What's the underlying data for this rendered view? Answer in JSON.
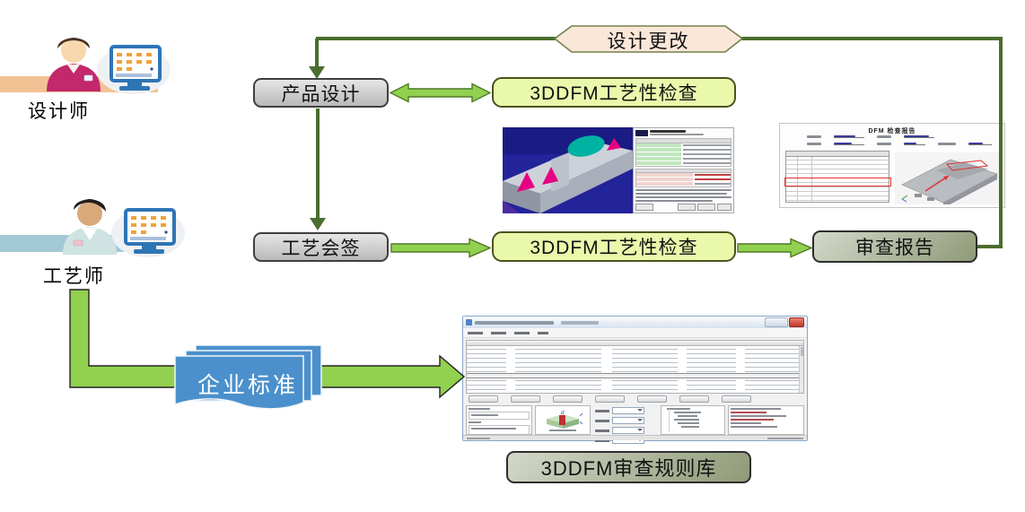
{
  "diagram": {
    "feedback_label": "设计更改",
    "nodes": {
      "product_design": "产品设计",
      "process_countersign": "工艺会签",
      "dfm_check_top": "3DDFM工艺性检查",
      "dfm_check_bottom": "3DDFM工艺性检查",
      "review_report": "审查报告",
      "enterprise_standard": "企业标准",
      "rule_library": "3DDFM审查规则库"
    },
    "actors": {
      "designer": "设计师",
      "process_engineer": "工艺师"
    },
    "screenshots": {
      "dfm_report_title": "DFM 检查报告"
    },
    "colors": {
      "dark_green_line": "#4a6e2e",
      "light_green_arrow": "#92d050",
      "gray_box": "#c9c9c9",
      "yellow_green_box": "#e9f8ab",
      "hexagon_peach": "#fbe7d8",
      "olive_box": "#97a17f",
      "card_blue": "#4b90cc",
      "designer_desk_bar": "#f3c294",
      "engineer_desk_bar": "#a3c9d6"
    }
  }
}
